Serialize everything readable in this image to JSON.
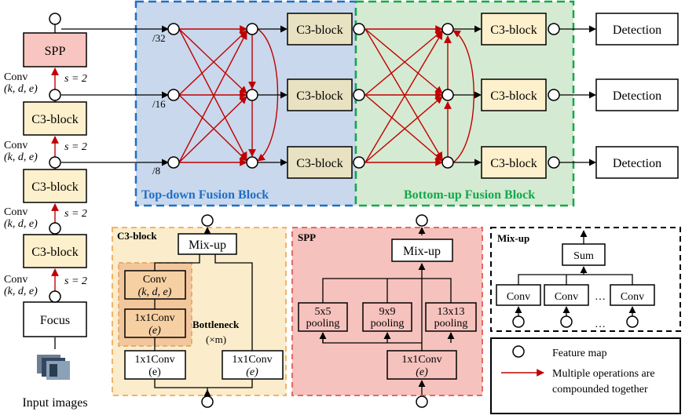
{
  "backbone": {
    "spp_label": "SPP",
    "c3_label": "C3-block",
    "focus_label": "Focus",
    "conv_label": "Conv",
    "conv_params": "(k, d, e)",
    "stride_label": "s = 2",
    "input_label": "Input images"
  },
  "topdown": {
    "title": "Top-down Fusion Block",
    "scales": [
      "/32",
      "/16",
      "/8"
    ],
    "c3_label": "C3-block"
  },
  "bottomup": {
    "title": "Bottom-up Fusion Block",
    "c3_label": "C3-block"
  },
  "detection": {
    "labels": [
      "Detection",
      "Detection",
      "Detection"
    ]
  },
  "c3_detail": {
    "title": "C3-block",
    "mixup_label": "Mix-up",
    "conv_label": "Conv",
    "conv_params": "(k, d, e)",
    "conv1x1_label": "1x1Conv",
    "param_e_italic": "(e)",
    "param_e_plain": "(e)",
    "bottleneck_label": "Bottleneck",
    "bottleneck_repeat": "(×m)"
  },
  "spp_detail": {
    "title": "SPP",
    "mixup_label": "Mix-up",
    "pool_sizes": [
      "5x5",
      "9x9",
      "13x13"
    ],
    "pooling_label": "pooling",
    "conv1x1_label": "1x1Conv",
    "param_e": "(e)"
  },
  "mixup_detail": {
    "title": "Mix-up",
    "sum_label": "Sum",
    "conv_label": "Conv",
    "ellipsis": "…"
  },
  "legend": {
    "feature_map": "Feature map",
    "red_arrow_line1": "Multiple operations are",
    "red_arrow_line2": "compounded together"
  },
  "colors": {
    "topdown_bg": "#c9d8ec",
    "topdown_border": "#1f6fc5",
    "topdown_title": "#1f6fc5",
    "bottomup_bg": "#d5ead2",
    "bottomup_border": "#13a84a",
    "bottomup_title": "#13a84a",
    "c3_fill": "#fdf0cc",
    "c3_fused_fill": "#e8e2c2",
    "spp_fill": "#f8c5c0",
    "c3_panel_bg": "#fbeccb",
    "c3_panel_border": "#f0b46a",
    "c3_title": "#e8b000",
    "bottleneck_bg": "#f3c79c",
    "bottleneck_title": "#d66a10",
    "spp_panel_bg": "#f6c2bd",
    "spp_panel_border": "#e36a62",
    "spp_title": "#e21c1c",
    "red_arrow": "#c00000"
  }
}
